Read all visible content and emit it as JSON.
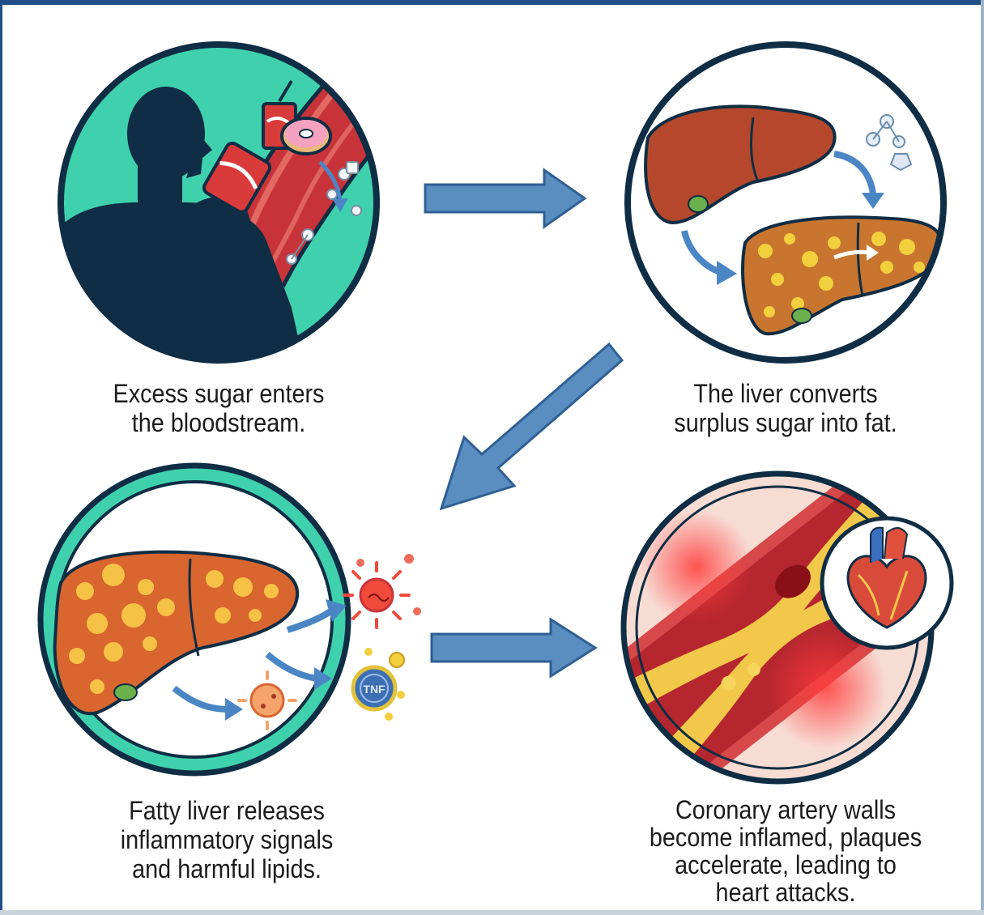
{
  "steps": [
    {
      "lines": [
        "Excess sugar enters",
        "the bloodstream."
      ]
    },
    {
      "lines": [
        "The liver converts",
        "surplus sugar into fat."
      ]
    },
    {
      "lines": [
        "Fatty liver releases",
        "inflammatory signals",
        "and harmful lipids."
      ]
    },
    {
      "lines": [
        "Coronary artery walls",
        "become inflamed, plaques",
        "accelerate, leading to",
        "heart attacks."
      ]
    }
  ],
  "badge_text": "TNF",
  "icons": {
    "step1": [
      "person-drinking-icon",
      "soda-can-icon",
      "donut-icon",
      "blood-vessel-icon",
      "sugar-molecule-icon"
    ],
    "step2": [
      "liver-icon",
      "fatty-liver-icon",
      "molecule-icon"
    ],
    "step3": [
      "fatty-liver-icon",
      "cytokine-icon",
      "lipid-droplet-icon"
    ],
    "step4": [
      "artery-plaque-icon",
      "heart-icon"
    ]
  },
  "colors": {
    "teal": "#3fd1ad",
    "navy": "#0f2d44",
    "arrow": "#5b8ec0",
    "liver": "#b5482c",
    "fat": "#f0c43a",
    "blood": "#c8333a"
  }
}
